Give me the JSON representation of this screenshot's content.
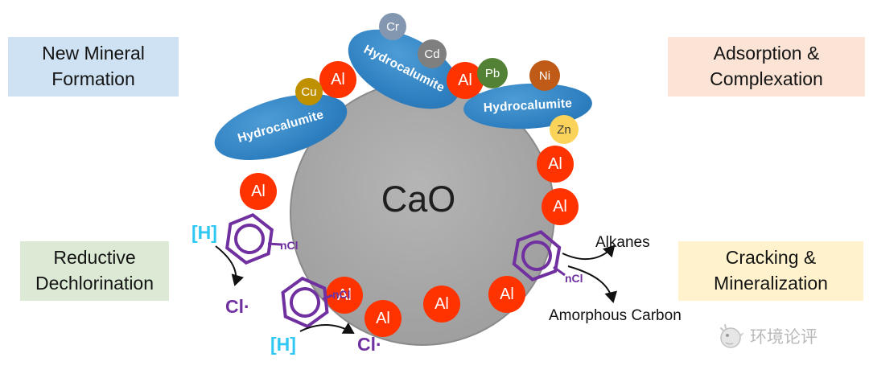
{
  "corner_boxes": [
    {
      "label": "New Mineral Formation",
      "bg": "#cfe2f3"
    },
    {
      "label": "Adsorption & Complexation",
      "bg": "#fbe4d5"
    },
    {
      "label": "Reductive Dechlorination",
      "bg": "#dcead5"
    },
    {
      "label": "Cracking & Mineralization",
      "bg": "#fff2cc"
    }
  ],
  "particle": {
    "label": "CaO",
    "fill": "#a5a5a5"
  },
  "coating": {
    "label": "Hydrocalumite",
    "color": "#2e7fc0"
  },
  "al": {
    "label": "Al",
    "color": "#ff3300"
  },
  "metals": [
    {
      "symbol": "Cu",
      "color": "#bf9000",
      "text": "#ffffff"
    },
    {
      "symbol": "Cr",
      "color": "#8497b0",
      "text": "#ffffff"
    },
    {
      "symbol": "Cd",
      "color": "#7f7f7f",
      "text": "#ffffff"
    },
    {
      "symbol": "Pb",
      "color": "#538135",
      "text": "#ffffff"
    },
    {
      "symbol": "Ni",
      "color": "#bf5b17",
      "text": "#ffffff"
    },
    {
      "symbol": "Zn",
      "color": "#fbd35b",
      "text": "#3b3b3b"
    }
  ],
  "chlorobenzene": {
    "ncl_label": "nCl",
    "color": "#7030a0"
  },
  "reactions": {
    "h_radical": "[H]",
    "h_color": "#2fc8f2",
    "cl_radical": "Cl·",
    "cl_color": "#7030a0",
    "alkanes": "Alkanes",
    "amorphous_carbon": "Amorphous Carbon"
  },
  "watermark": {
    "text": "环境论评"
  }
}
